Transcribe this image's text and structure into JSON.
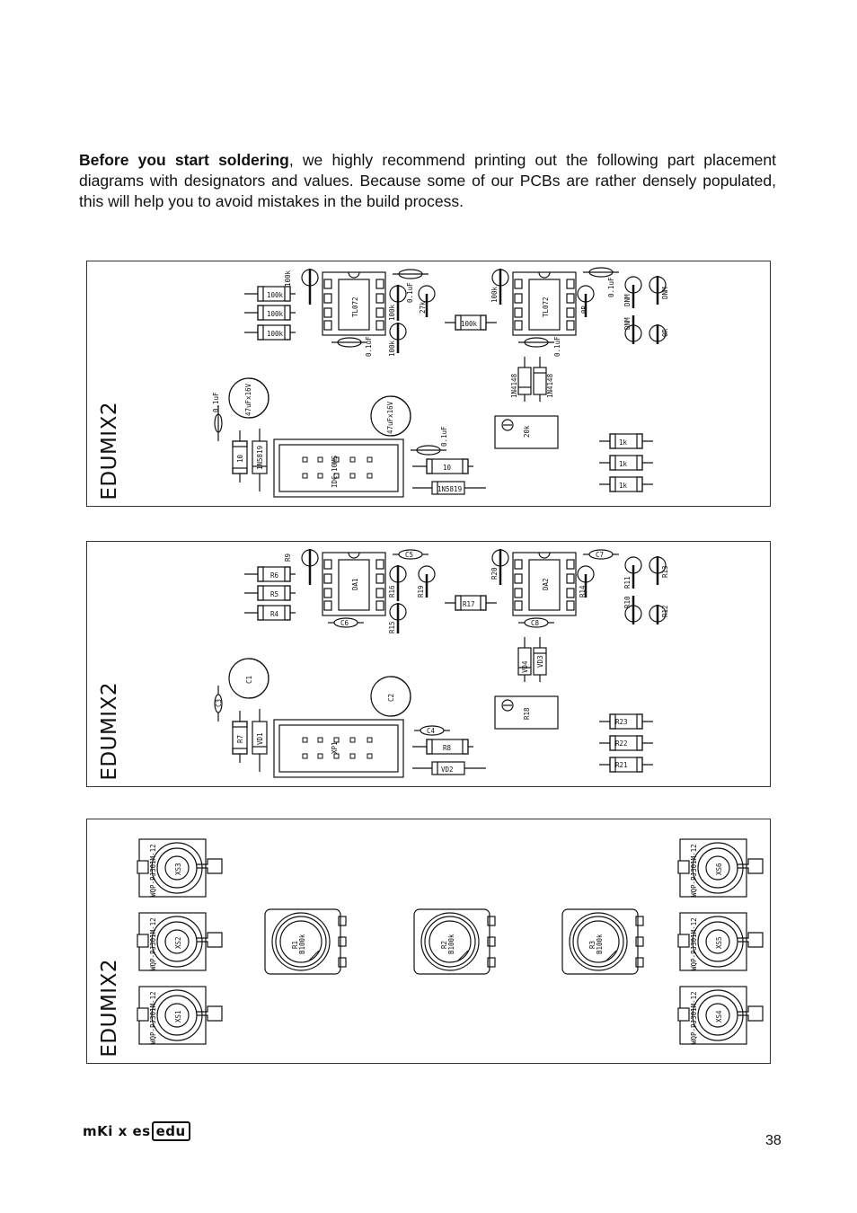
{
  "intro": {
    "bold": "Before you start soldering",
    "rest": ", we highly recommend printing out the following part placement diagrams with designators and values. Because some of our PCBs are rather densely populated, this will help you to avoid mistakes in the build process."
  },
  "boards": [
    {
      "title": "EDUMIX2",
      "res_left": [
        "100k",
        "100k",
        "100k"
      ],
      "top_res_label": "100k",
      "ic1": "TL072",
      "ic2": "TL072",
      "cap_a": "0.1uF",
      "cap_b": "0.1uF",
      "res_ic1_right": "100k",
      "res_ic1_right2": "100k",
      "res_27k": "27k",
      "res_mid": "100k",
      "res_ic2_left": "100k",
      "res_0r": "0R",
      "cap_c": "0.1uF",
      "cap_d": "0.1uF",
      "dnm1": "DNM",
      "dnm2": "DNM",
      "dnm3": "DNM",
      "res_0r2": "0R",
      "diode_a": "1N4148",
      "diode_b": "1N4148",
      "elec1": "47uFx16V",
      "elec2": "47uFx16V",
      "cap_e": "0.1uF",
      "cap_f": "0.1uF",
      "res_10": "10",
      "diode_5819": "1N5819",
      "header": "IDC-10MS",
      "res_10b": "10",
      "diode_5819b": "1N5819",
      "trim": "20k",
      "res_right": [
        "1k",
        "1k",
        "1k"
      ]
    },
    {
      "title": "EDUMIX2",
      "res_left": [
        "R6",
        "R5",
        "R4"
      ],
      "top_res_label": "R9",
      "ic1": "DA1",
      "ic2": "DA2",
      "cap_a": "C5",
      "cap_b": "C6",
      "res_ic1_right": "R16",
      "res_ic1_right2": "R15",
      "res_27k": "R19",
      "res_mid": "R17",
      "res_ic2_left": "R20",
      "res_0r": "R14",
      "cap_c": "C7",
      "cap_d": "C8",
      "dnm1": "R11",
      "dnm2": "R10",
      "dnm3": "R13",
      "res_0r2": "R12",
      "diode_a": "VD4",
      "diode_b": "VD3",
      "elec1": "C1",
      "elec2": "C2",
      "cap_e": "C3",
      "cap_f": "C4",
      "res_10": "R7",
      "diode_5819": "VD1",
      "header": "XP1",
      "res_10b": "R8",
      "diode_5819b": "VD2",
      "trim": "R18",
      "res_right": [
        "R23",
        "R22",
        "R21"
      ]
    },
    {
      "title": "EDUMIX2",
      "jacks_left": [
        {
          "ref": "XS3",
          "part": "WQP-PJ301M-12"
        },
        {
          "ref": "XS2",
          "part": "WQP-PJ301M-12"
        },
        {
          "ref": "XS1",
          "part": "WQP-PJ301M-12"
        }
      ],
      "jacks_right": [
        {
          "ref": "XS6",
          "part": "WQP-PJ301M-12"
        },
        {
          "ref": "XS5",
          "part": "WQP-PJ301M-12"
        },
        {
          "ref": "XS4",
          "part": "WQP-PJ301M-12"
        }
      ],
      "pots": [
        {
          "ref": "R1",
          "value": "B100k"
        },
        {
          "ref": "R2",
          "value": "B100k"
        },
        {
          "ref": "R3",
          "value": "B100k"
        }
      ]
    }
  ],
  "footer": {
    "logo_left": "mKi x es",
    "logo_box": "edu",
    "page_number": "38"
  }
}
